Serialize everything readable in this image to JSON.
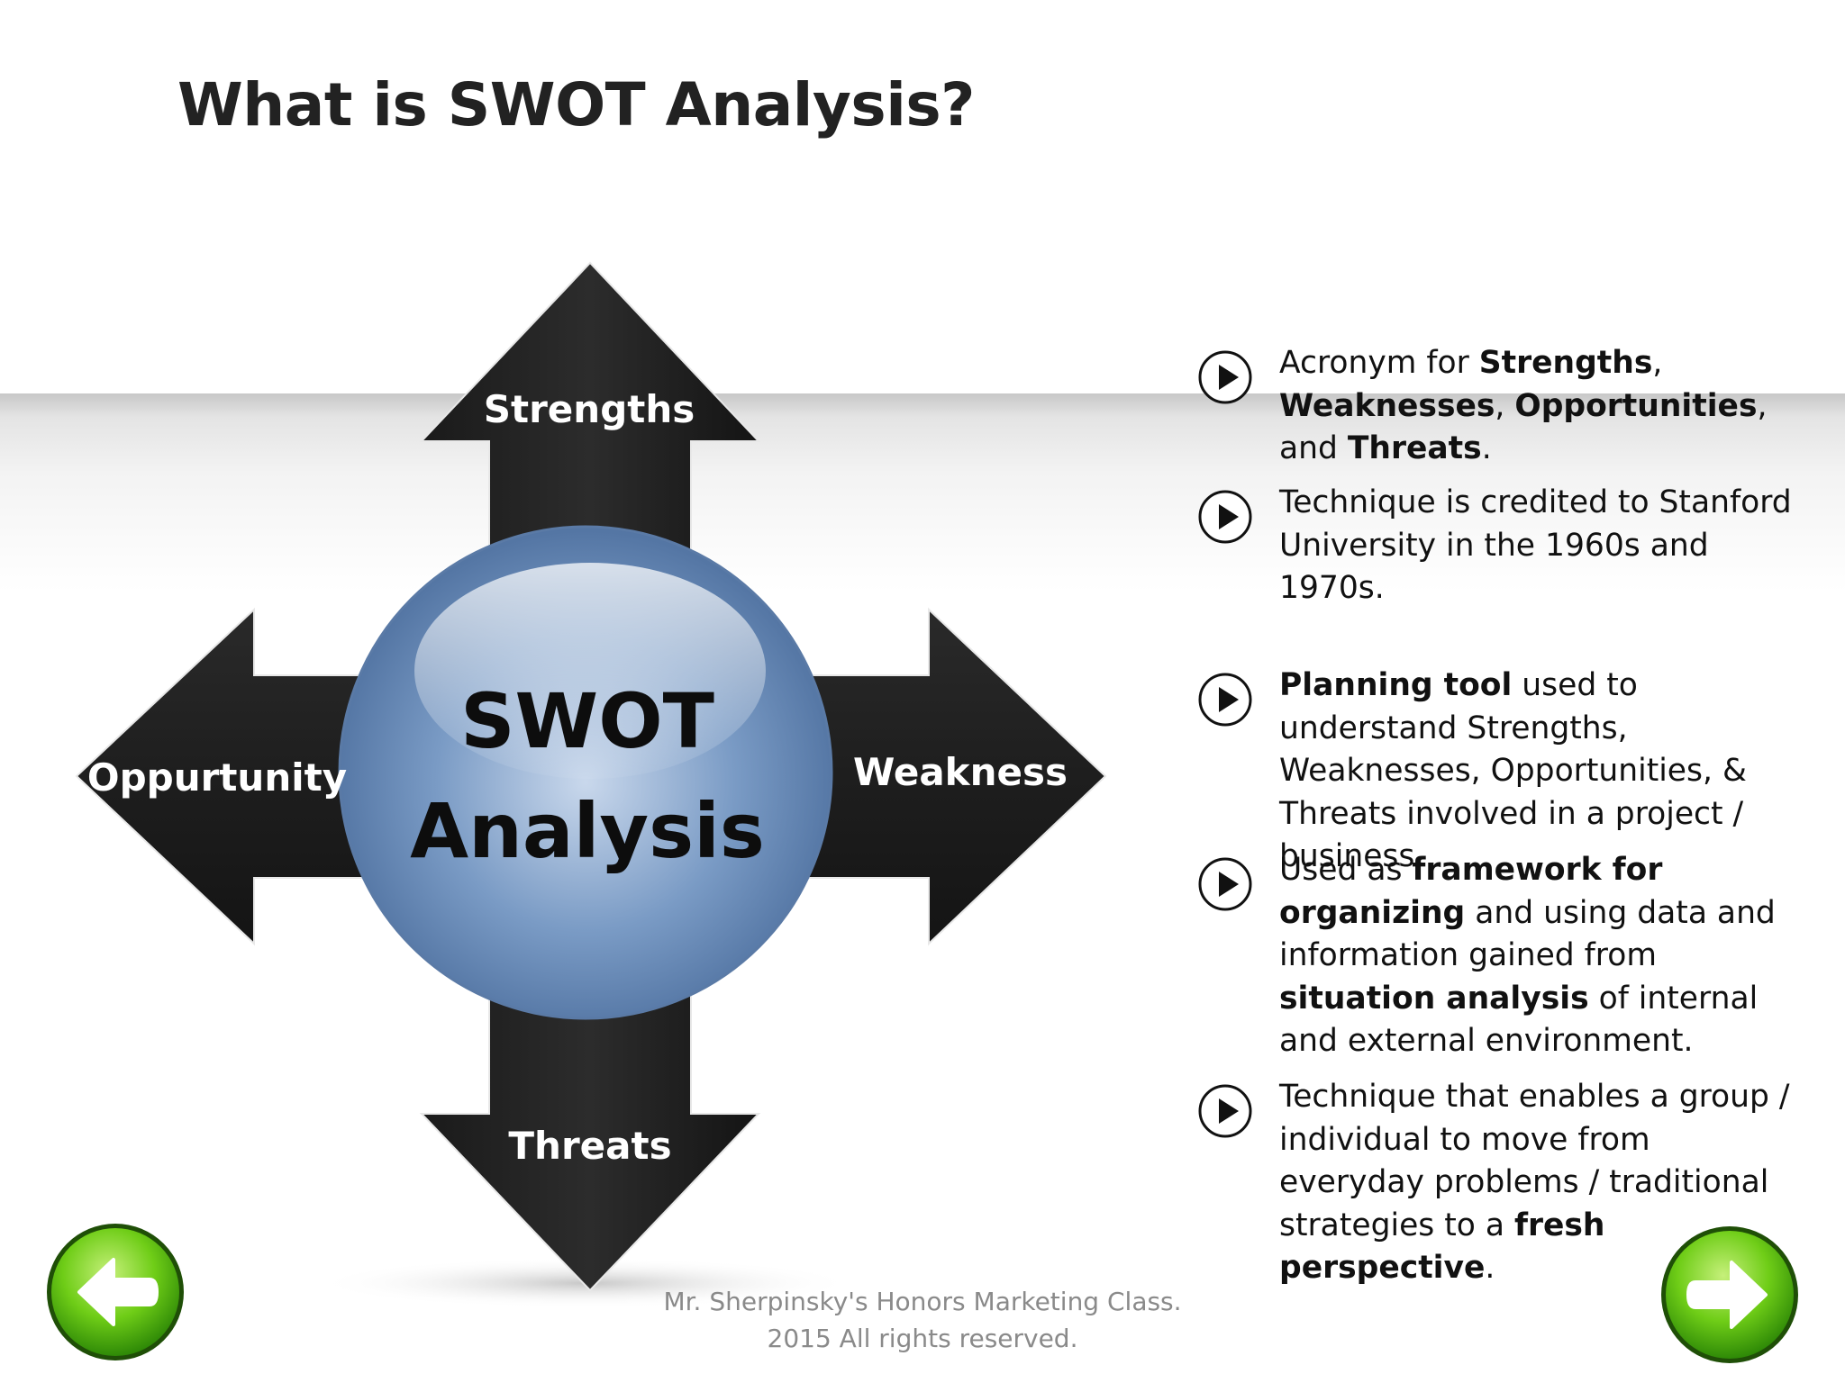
{
  "slide": {
    "title": "What is SWOT Analysis?"
  },
  "diagram": {
    "center_line1": "SWOT",
    "center_line2": "Analysis",
    "up_label": "Strengths",
    "left_label": "Oppurtunity",
    "right_label": "Weakness",
    "down_label": "Threats"
  },
  "bullets": [
    {
      "runs": [
        {
          "text": "Acronym for ",
          "bold": false
        },
        {
          "text": "Strengths",
          "bold": true
        },
        {
          "text": ", ",
          "bold": false
        },
        {
          "text": "Weaknesses",
          "bold": true
        },
        {
          "text": ", ",
          "bold": false
        },
        {
          "text": "Opportunities",
          "bold": true
        },
        {
          "text": ", and ",
          "bold": false
        },
        {
          "text": "Threats",
          "bold": true
        },
        {
          "text": ".",
          "bold": false
        }
      ]
    },
    {
      "runs": [
        {
          "text": "Technique is credited to Stanford University in the 1960s and 1970s.",
          "bold": false
        }
      ]
    },
    {
      "runs": [
        {
          "text": "Planning tool",
          "bold": true
        },
        {
          "text": " used to understand Strengths, Weaknesses, Opportunities, & Threats involved in a project / business.",
          "bold": false
        }
      ]
    },
    {
      "runs": [
        {
          "text": "Used as ",
          "bold": false
        },
        {
          "text": "framework for organizing",
          "bold": true
        },
        {
          "text": " and using data and information gained from ",
          "bold": false
        },
        {
          "text": "situation analysis",
          "bold": true
        },
        {
          "text": " of internal and external environment.",
          "bold": false
        }
      ]
    },
    {
      "runs": [
        {
          "text": "Technique that enables a group / individual to move from everyday problems / traditional strategies to a ",
          "bold": false
        },
        {
          "text": "fresh perspective",
          "bold": true
        },
        {
          "text": ".",
          "bold": false
        }
      ]
    }
  ],
  "footer": {
    "line1": "Mr. Sherpinsky's Honors Marketing Class.",
    "line2": "2015 All rights reserved."
  },
  "navigation": {
    "prev_icon": "arrow-left-icon",
    "next_icon": "arrow-right-icon"
  },
  "colors": {
    "arrow": "#1f1f1f",
    "sphere": "#6d8fba",
    "nav_green": "#5cbf14",
    "title": "#222222"
  }
}
